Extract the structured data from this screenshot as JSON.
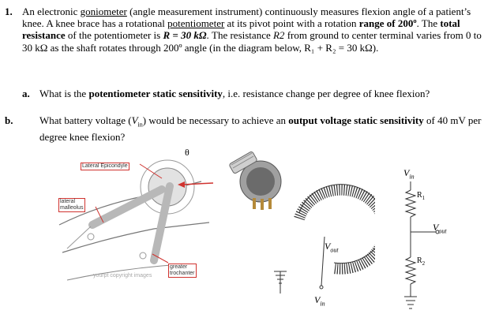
{
  "question": {
    "number": "1.",
    "p1": "An electronic ",
    "term1": "goniometer",
    "p2": " (angle measurement instrument) continuously measures flexion angle of a patient’s knee. A knee brace has a rotational ",
    "term2": "potentiometer",
    "p3": " at its pivot point with a rotation ",
    "range_label": "range of 200º",
    "p4": ".  The ",
    "resist_label": "total resistance",
    "p5": " of the potentiometer is ",
    "resist_value": "R = 30 kΩ",
    "p6": ".  The resistance ",
    "r2": "R2",
    "p7": " from ground to center terminal varies from 0 to 30 kΩ  as the shaft rotates through 200º angle (in the diagram below, R₁ + R₂ = 30 kΩ)."
  },
  "part_a": {
    "label": "a.",
    "t1": "What is the ",
    "bold": "potentiometer static sensitivity",
    "t2": ", i.e. resistance change per degree of knee flexion?"
  },
  "part_b": {
    "label": "b.",
    "t1": "What battery voltage (",
    "vin": "V",
    "vin_sub": "in",
    "t2": ") would be necessary to achieve an ",
    "bold": "output voltage static sensitivity",
    "t3": " of 40 mV per degree knee flexion?"
  },
  "figure": {
    "theta": "θ",
    "labels": {
      "lateral_epicondyle": "Lateral Epicondyle",
      "lateral_malleolus_1": "lateral",
      "lateral_malleolus_2": "malleolus",
      "greater_trochanter_1": "greater",
      "greater_trochanter_2": "trochanter"
    },
    "watermark": "yourpt copyright images",
    "circuit": {
      "vin_top": "V",
      "vin_top_sub": "in",
      "r1": "R",
      "r1_sub": "1",
      "r2": "R",
      "r2_sub": "2",
      "vout": "V",
      "vout_sub": "out",
      "coil_vout": "V",
      "coil_vout_sub": "out",
      "coil_vin": "V",
      "coil_vin_sub": "in"
    }
  },
  "colors": {
    "accent_red": "#d0332f",
    "diagram_gray": "#888888"
  }
}
